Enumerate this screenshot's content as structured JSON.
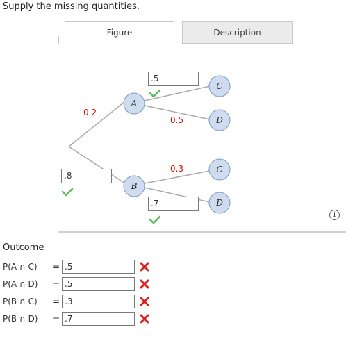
{
  "instruction": "Supply the missing quantities.",
  "tabs": {
    "figure": "Figure",
    "description": "Description"
  },
  "tree": {
    "first_branch": {
      "p_A": "0.2",
      "p_B_input": ".8"
    },
    "from_A": {
      "p_C_input": ".5",
      "p_D": "0.5"
    },
    "from_B": {
      "p_C": "0.3",
      "p_D_input": ".7"
    },
    "nodes": {
      "A": "A",
      "B": "B",
      "C_top": "C",
      "D_top": "D",
      "C_bottom": "C",
      "D_bottom": "D"
    }
  },
  "outcome": {
    "heading": "Outcome",
    "rows": [
      {
        "label": "P(A ∩ C)",
        "eq": "=",
        "value": ".5",
        "status": "incorrect"
      },
      {
        "label": "P(A ∩ D)",
        "eq": "=",
        "value": ".5",
        "status": "incorrect"
      },
      {
        "label": "P(B ∩ C)",
        "eq": "=",
        "value": ".3",
        "status": "incorrect"
      },
      {
        "label": "P(B ∩ D)",
        "eq": "=",
        "value": ".7",
        "status": "incorrect"
      }
    ]
  },
  "info_label": "i",
  "colors": {
    "node_fill": "#cfdcf0",
    "node_stroke": "#7f98bf",
    "edge": "#aaaaaa",
    "correct": "#5cb85c",
    "incorrect": "#d9231f",
    "given_prob": "#d01010"
  },
  "icons": {
    "correct": "check-icon",
    "incorrect": "x-icon",
    "info": "info-icon"
  }
}
